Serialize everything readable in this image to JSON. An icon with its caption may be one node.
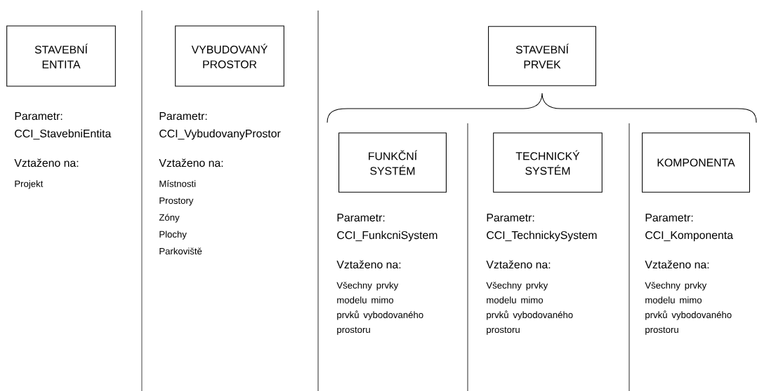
{
  "diagram": {
    "nodes": [
      {
        "text": [
          "STAVEBNÍ ENTITA"
        ],
        "beside": [
          "Parametr:",
          "CCI_StavebniEntita",
          "Vztaženo na:",
          "Projekt"
        ]
      },
      {
        "text": [
          "VYBUDOVANÝ PROSTOR"
        ],
        "beside": [
          "Parametr:",
          "CCI_VybudovanyProstor",
          "Vztaženo na:",
          "Místnosti",
          "Prostory",
          "Zóny",
          "Plochy",
          "Parkoviště"
        ]
      },
      {
        "text": [
          "STAVEBNÍ PRVEK"
        ]
      },
      {
        "text": [
          "FUNKČNÍ SYSTÉM"
        ],
        "beside": [
          "Parametr:",
          "CCI_FunkcniSystem",
          "Vztaženo na:",
          "Všechny prvky modelu mimo prvků vybodovaného prostoru"
        ]
      },
      {
        "text": [
          "TECHNICKÝ SYSTÉM"
        ],
        "beside": [
          "Parametr:",
          "CCI_TechnickySystem",
          "Vztaženo na:",
          "Všechny prvky modelu mimo prvků vybodovaného prostoru"
        ]
      },
      {
        "text": [
          "KOMPONENTA"
        ],
        "beside": [
          "Parametr:",
          "CCI_Komponenta",
          "Vztaženo na:",
          "Všechny prvky modelu mimo prvků vybodovaného prostoru"
        ]
      }
    ]
  }
}
